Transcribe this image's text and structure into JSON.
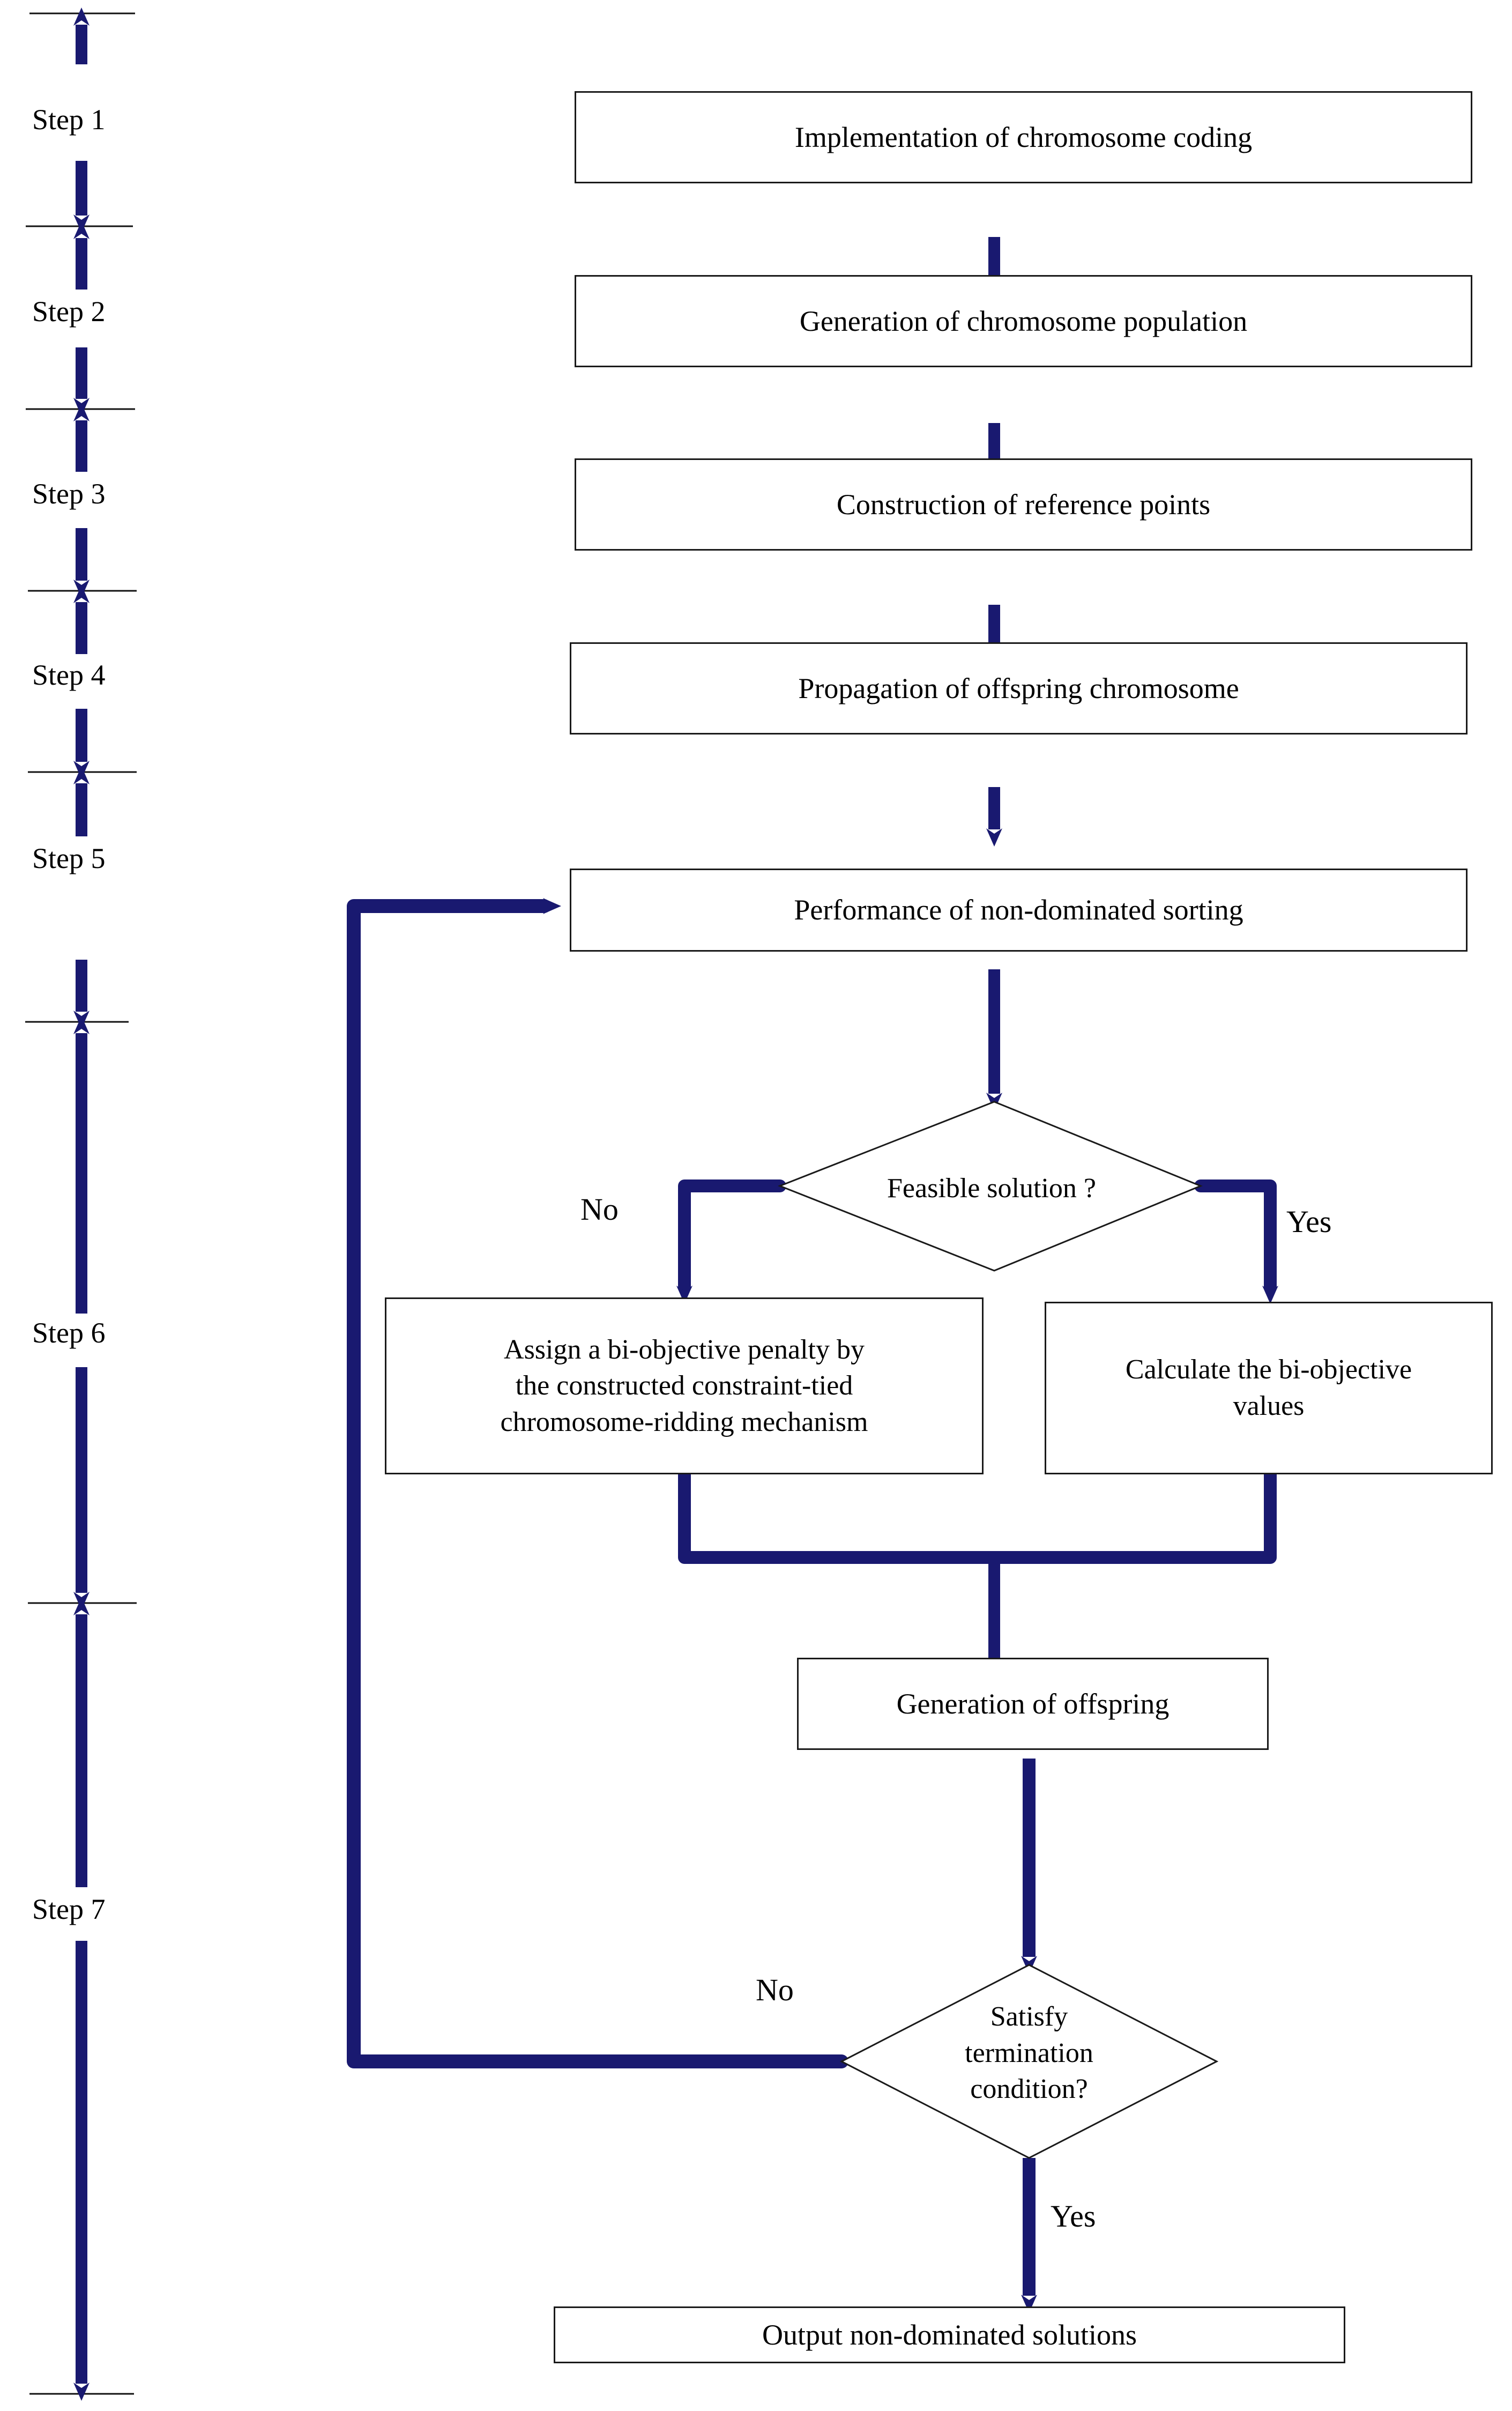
{
  "colors": {
    "arrow": "#191970",
    "arrow_bright": "#1515a8",
    "box_border": "#1a1a1a",
    "diamond_border": "#1a1a1a",
    "text": "#000000",
    "background": "#ffffff"
  },
  "steps": {
    "title": "Step markers",
    "items": [
      {
        "label": "Step 1"
      },
      {
        "label": "Step 2"
      },
      {
        "label": "Step 3"
      },
      {
        "label": "Step 4"
      },
      {
        "label": "Step 5"
      },
      {
        "label": "Step 6"
      },
      {
        "label": "Step 7"
      }
    ]
  },
  "flow": {
    "nodes": [
      {
        "id": "n1",
        "shape": "process",
        "text": "Implementation of chromosome coding"
      },
      {
        "id": "n2",
        "shape": "process",
        "text": "Generation of chromosome population"
      },
      {
        "id": "n3",
        "shape": "process",
        "text": "Construction of reference points"
      },
      {
        "id": "n4",
        "shape": "process",
        "text": "Propagation of offspring chromosome"
      },
      {
        "id": "n5",
        "shape": "process",
        "text": "Performance of non-dominated sorting"
      },
      {
        "id": "d1",
        "shape": "decision",
        "text": "Feasible solution ?"
      },
      {
        "id": "n6",
        "shape": "process",
        "line1": "Assign a bi-objective penalty by",
        "line2": "the constructed constraint-tied",
        "line3": "chromosome-ridding mechanism"
      },
      {
        "id": "n7",
        "shape": "process",
        "line1": "Calculate the bi-objective",
        "line2": "values"
      },
      {
        "id": "n8",
        "shape": "process",
        "text": "Generation of offspring"
      },
      {
        "id": "d2",
        "shape": "decision",
        "line1": "Satisfy",
        "line2": "termination",
        "line3": "condition?"
      },
      {
        "id": "n9",
        "shape": "process",
        "text": "Output non-dominated solutions"
      }
    ],
    "edge_labels": {
      "feasible_no": "No",
      "feasible_yes": "Yes",
      "terminate_no": "No",
      "terminate_yes": "Yes"
    }
  }
}
